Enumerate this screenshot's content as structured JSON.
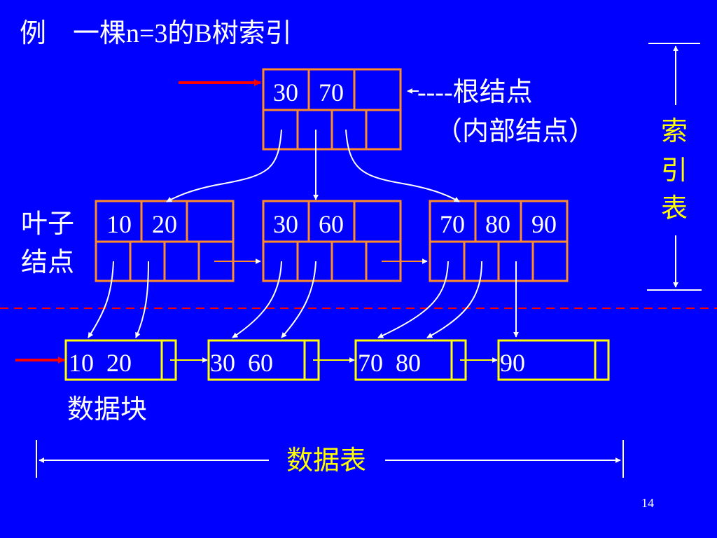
{
  "title": "例　一棵n=3的B树索引",
  "colors": {
    "background": "#0000FF",
    "text": "#FFFFFF",
    "node_border": "#FF8C28",
    "block_border": "#FFFF00",
    "label_yellow": "#FFFF00",
    "red": "#FF0000"
  },
  "root": {
    "keys": [
      "30",
      "70",
      ""
    ],
    "label_line1": "----根结点",
    "label_line2": "（内部结点）"
  },
  "leaves": [
    {
      "keys": [
        "10",
        "20",
        ""
      ]
    },
    {
      "keys": [
        "30",
        "60",
        ""
      ]
    },
    {
      "keys": [
        "70",
        "80",
        "90"
      ]
    }
  ],
  "leaf_label": [
    "叶子",
    "结点"
  ],
  "index_label": [
    "索",
    "引",
    "表"
  ],
  "data_blocks": [
    {
      "text": "10  20"
    },
    {
      "text": "30  60"
    },
    {
      "text": "70  80"
    },
    {
      "text": "90"
    }
  ],
  "data_block_label": "数据块",
  "data_table_label": "数据表",
  "page_number": "14"
}
